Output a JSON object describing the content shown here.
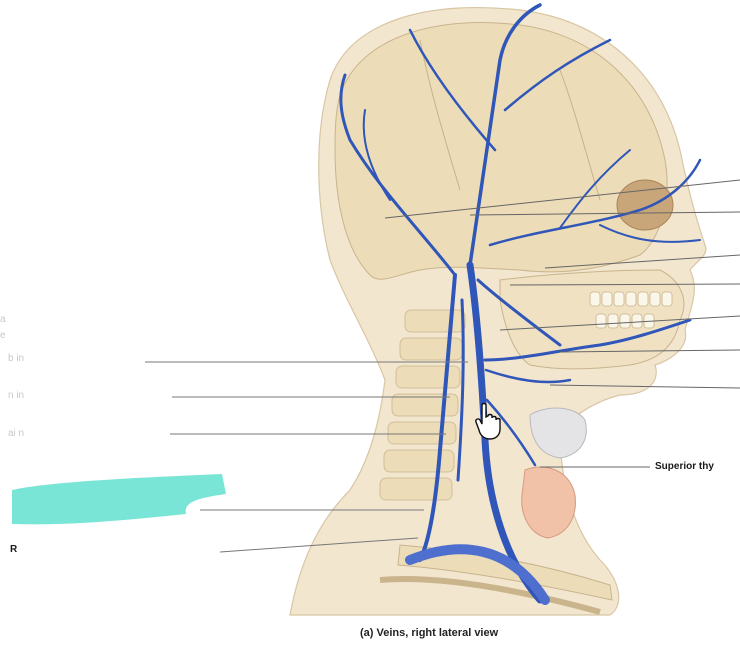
{
  "figure": {
    "caption": "(a) Veins, right lateral view",
    "highlight_color": "#6ee3d3",
    "vein_color": "#2f56b8",
    "bone_color": "#ede0c2",
    "skin_color": "#f3e6cf"
  },
  "labels": {
    "superior_thyroid": "Superior thy",
    "faded_a": "a",
    "faded_b": "e",
    "faded_c": "b    in",
    "faded_d": "n      in",
    "faded_e": "ai     n",
    "faded_f": "R"
  },
  "icons": {
    "cursor": "hand-pointer-icon"
  }
}
